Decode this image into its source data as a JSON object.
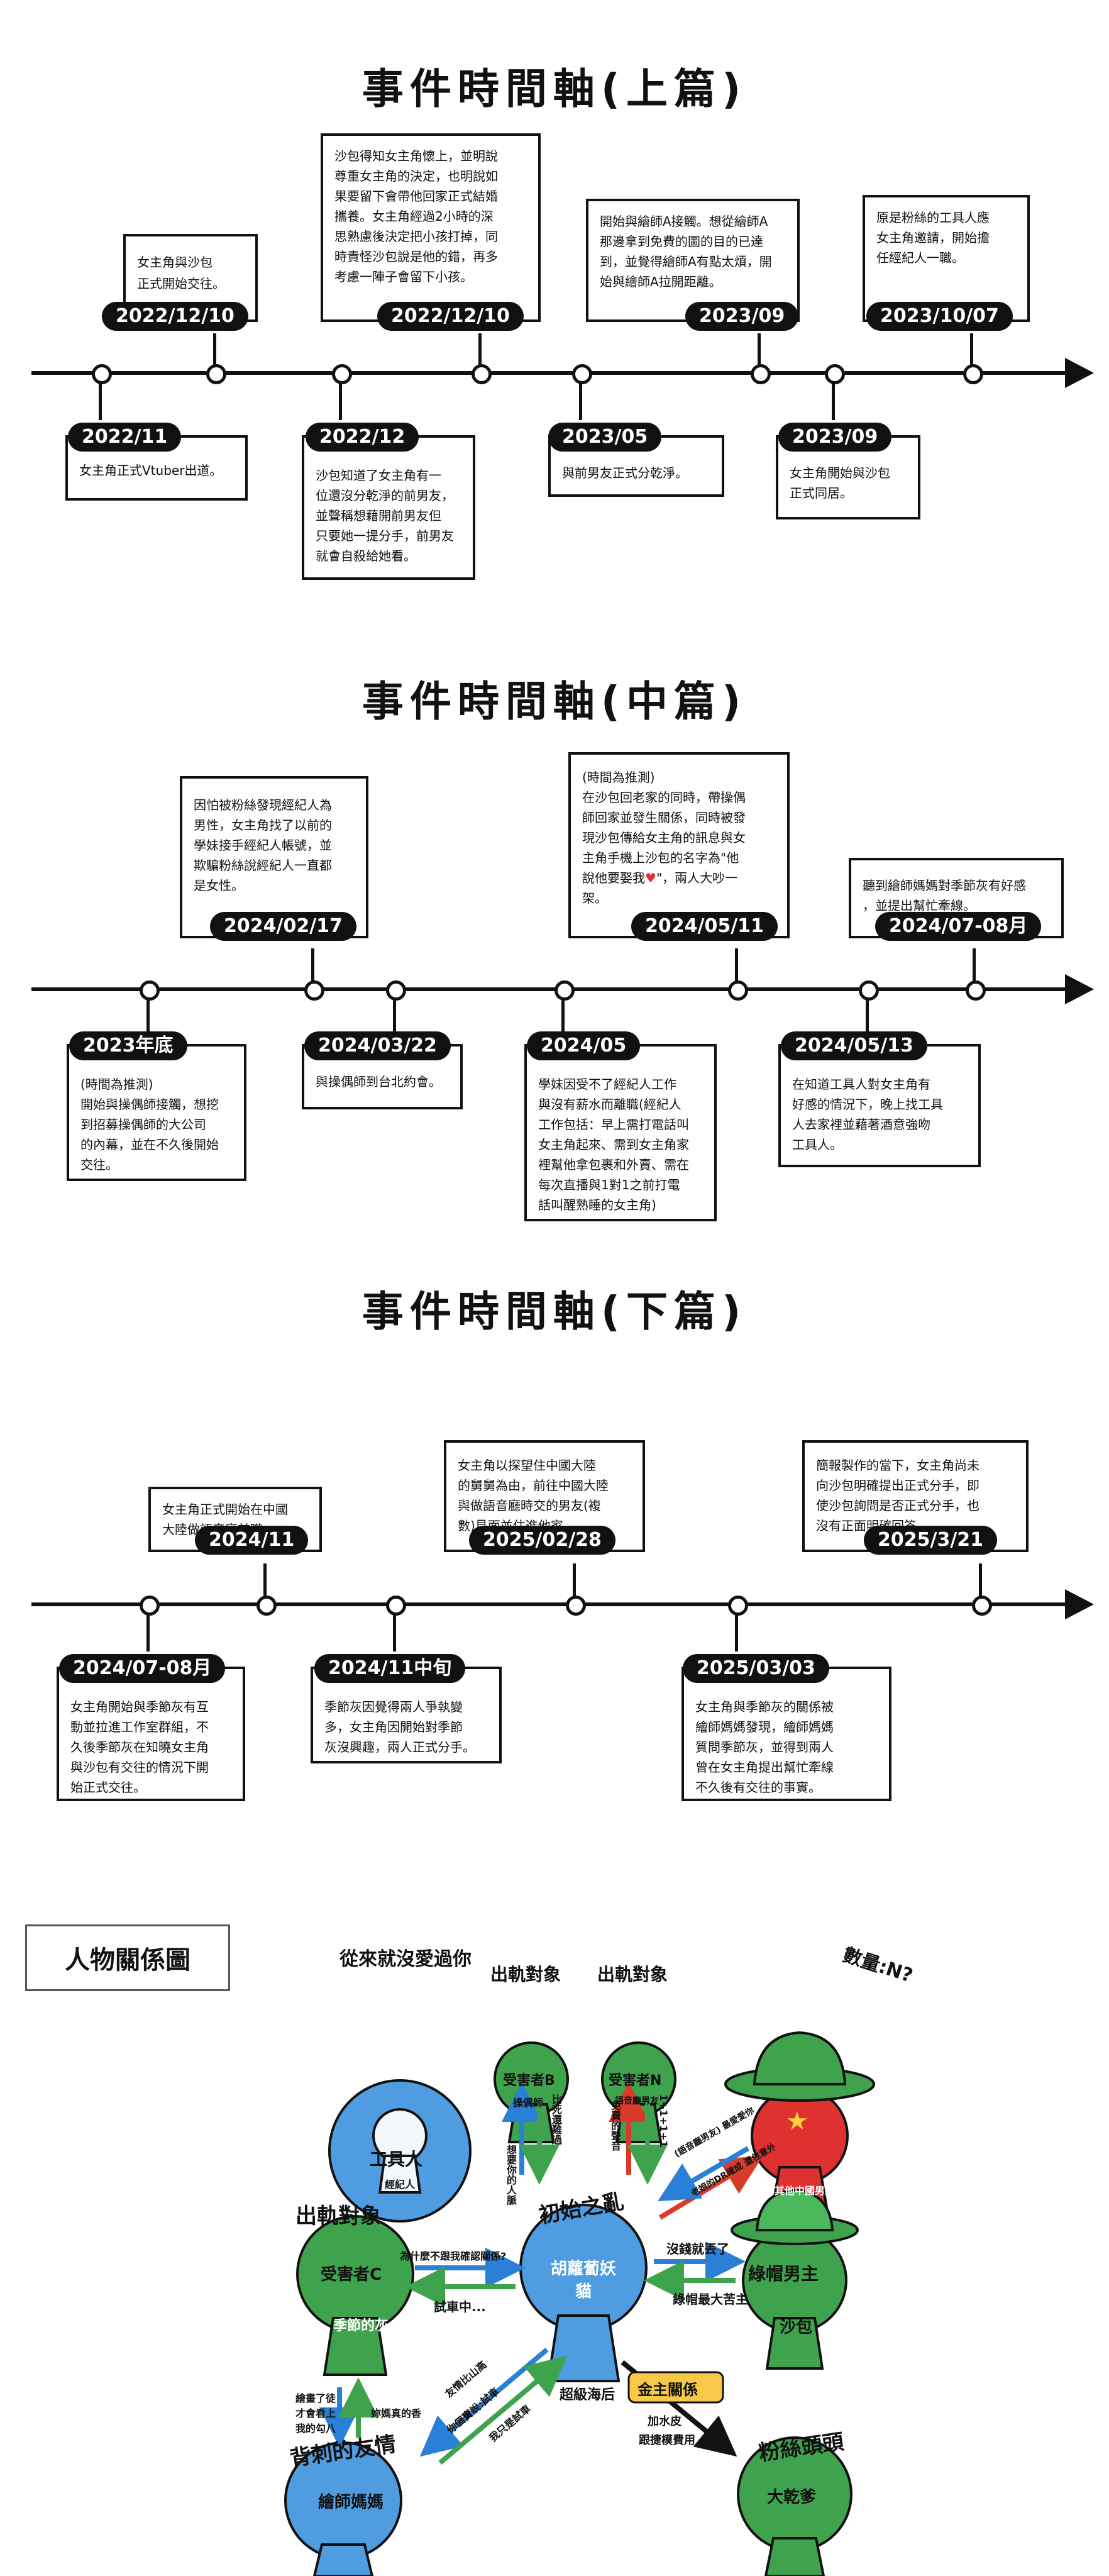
{
  "timeline_top": {
    "title": "事件時間軸(上篇)",
    "events_above": [
      {
        "date": "2022/12/10",
        "text": "女主角與沙包\n正式開始交往。"
      },
      {
        "date": "2022/12/10",
        "text": "沙包得知女主角懷上，並明說\n尊重女主角的決定，也明說如\n果要留下會帶他回家正式結婚\n攜養。女主角經過2小時的深\n思熟慮後決定把小孩打掉，同\n時責怪沙包說是他的錯，再多\n考慮一陣子會留下小孩。"
      },
      {
        "date": "2023/09",
        "text": "開始與繪師A接觸。想從繪師A\n那邊拿到免費的圖的目的已達\n到，並覺得繪師A有點太煩，開\n始與繪師A拉開距離。"
      },
      {
        "date": "2023/10/07",
        "text": "原是粉絲的工具人應\n女主角邀請，開始擔\n任經紀人一職。"
      }
    ],
    "events_below": [
      {
        "date": "2022/11",
        "text": "女主角正式Vtuber出道。"
      },
      {
        "date": "2022/12",
        "text": "沙包知道了女主角有一\n位還沒分乾淨的前男友，\n並聲稱想藉開前男友但\n只要她一提分手，前男友\n就會自殺給她看。"
      },
      {
        "date": "2023/05",
        "text": "與前男友正式分乾淨。"
      },
      {
        "date": "2023/09",
        "text": "女主角開始與沙包\n正式同居。"
      }
    ]
  },
  "timeline_mid": {
    "title": "事件時間軸(中篇)",
    "events_above": [
      {
        "date": "2024/02/17",
        "text": "因怕被粉絲發現經紀人為\n男性，女主角找了以前的\n學妹接手經紀人帳號，並\n欺騙粉絲說經紀人一直都\n是女性。"
      },
      {
        "date": "2024/05/11",
        "text_a": "(時間為推測)\n在沙包回老家的同時，帶操偶\n師回家並發生關係，同時被發\n現沙包傳給女主角的訊息與女\n主角手機上沙包的名字為\"他\n說他要娶我",
        "heart": "♥",
        "text_b": "\"，兩人大吵一\n架。"
      },
      {
        "date": "2024/07-08月",
        "text": "聽到繪師媽媽對季節灰有好感\n，並提出幫忙牽線。"
      }
    ],
    "events_below": [
      {
        "date": "2023年底",
        "text": "(時間為推測)\n開始與操偶師接觸，想挖\n到招募操偶師的大公司\n的內幕，並在不久後開始\n交往。"
      },
      {
        "date": "2024/03/22",
        "text": "與操偶師到台北約會。"
      },
      {
        "date": "2024/05",
        "text": "學妹因受不了經紀人工作\n與沒有薪水而離職(經紀人\n工作包括：早上需打電話叫\n女主角起來、需到女主角家\n裡幫他拿包裹和外賣、需在\n每次直播與1對1之前打電\n話叫醒熟睡的女主角)"
      },
      {
        "date": "2024/05/13",
        "text": "在知道工具人對女主角有\n好感的情況下，晚上找工具\n人去家裡並藉著酒意強吻\n工具人。"
      }
    ]
  },
  "timeline_bot": {
    "title": "事件時間軸(下篇)",
    "events_above": [
      {
        "date": "2024/11",
        "text": "女主角正式開始在中國\n大陸做語音廳兼職。"
      },
      {
        "date": "2025/02/28",
        "text": "女主角以探望住中國大陸\n的舅舅為由，前往中國大陸\n與做語音廳時交的男友(複\n數)見面並住進他家。"
      },
      {
        "date": "2025/3/21",
        "text": "簡報製作的當下，女主角尚未\n向沙包明確提出正式分手，即\n使沙包詢問是否正式分手，也\n沒有正面明確回答。"
      }
    ],
    "events_below": [
      {
        "date": "2024/07-08月",
        "text": "女主角開始與季節灰有互\n動並拉進工作室群組，不\n久後季節灰在知曉女主角\n與沙包有交往的情況下開\n始正式交往。"
      },
      {
        "date": "2024/11中旬",
        "text": "季節灰因覺得兩人爭執變\n多，女主角因開始對季節\n灰沒興趣，兩人正式分手。"
      },
      {
        "date": "2025/03/03",
        "text": "女主角與季節灰的關係被\n繪師媽媽發現，繪師媽媽\n質問季節灰，並得到兩人\n曾在女主角提出幫忙牽線\n不久後有交往的事實。"
      }
    ]
  },
  "relations": {
    "title": "人物關係圖",
    "people": {
      "tool_man": {
        "caption": "從來就沒愛過你",
        "name": "工具人",
        "sub": "經紀人"
      },
      "victim_b": {
        "caption": "出軌對象",
        "name": "受害者B",
        "sub": "操偶師"
      },
      "victim_n": {
        "caption": "出軌對象",
        "name": "受害者N",
        "sub": "語音廳男友"
      },
      "count_n": {
        "caption": "數量:N?",
        "sub": "其他中國男友"
      },
      "victim_c": {
        "caption": "出軌對象",
        "name": "受害者C",
        "name2": "季節的灰"
      },
      "heroine": {
        "caption": "初始之亂",
        "name": "胡蘿蔔妖貓"
      },
      "green_hat": {
        "caption": "綠帽男主",
        "name": "沙包"
      },
      "mom": {
        "caption": "背刺的友情",
        "name": "繪師媽媽"
      },
      "fan": {
        "caption": "粉絲頭頭",
        "name": "大乾爹"
      }
    },
    "edges": {
      "heroine_to_b_a": "想要你的人脈",
      "heroine_to_b_b": "想要你的人脈",
      "b_to_heroine": "比死還難過",
      "n_to_heroine": "免費的聲音",
      "n_side": "1+1+1+1",
      "heroine_to_n": "免費的飯",
      "red_1": "(語音廳男友) 最愛愛你",
      "red_2": "老娘的DR確成 還包意外",
      "c_to_heroine": "為什麼不跟我確認關係?",
      "heroine_to_c": "試車中...",
      "heroine_to_hat": "沒錢就丟了",
      "hat_to_heroine": "綠帽最大苦主",
      "mom_to_c_a": "繪畫了徒",
      "mom_to_c_b": "才會看上",
      "mom_to_c_c": "我的勾八",
      "c_to_mom": "妳媽真的香",
      "heroine_mom_1": "友情比山高",
      "heroine_mom_2": "你個寶說:試車",
      "heroine_mom_3": "我只是試車",
      "heroine_fan": "超級海后",
      "gold": "金主關係",
      "fan_1": "加水皮",
      "fan_2": "跟捷模費用"
    }
  }
}
